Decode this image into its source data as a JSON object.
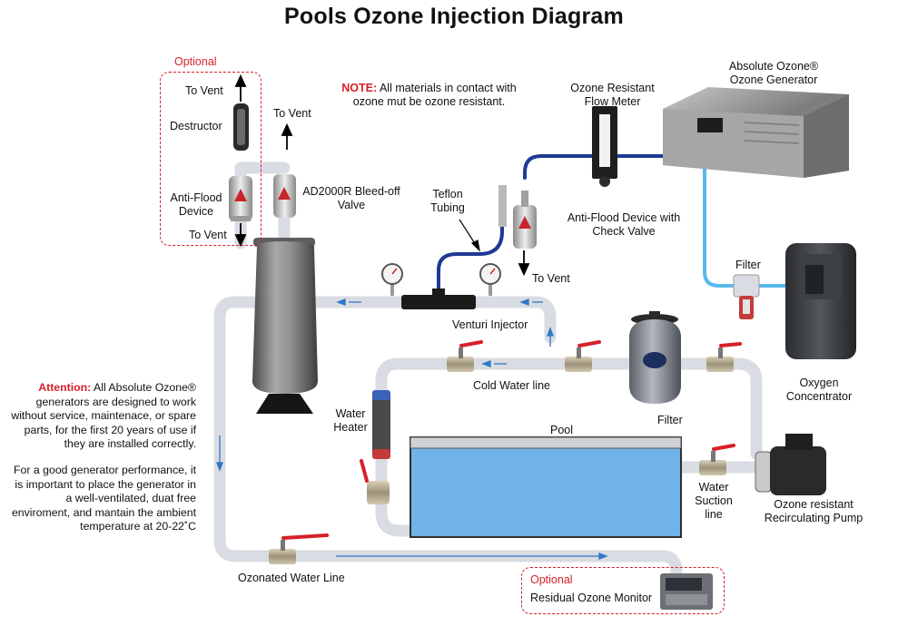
{
  "title": "Pools Ozone Injection Diagram",
  "note": {
    "lead": "NOTE:",
    "text": "All materials in contact with ozone mut be ozone resistant."
  },
  "optional_top": {
    "heading": "Optional",
    "to_vent_top": "To Vent",
    "destructor": "Destructor",
    "anti_flood": "Anti-Flood Device",
    "to_vent_bottom": "To Vent"
  },
  "to_vent_valve": "To Vent",
  "bleed_valve": "AD2000R Bleed-off Valve",
  "teflon_tubing": "Teflon Tubing",
  "flow_meter": "Ozone Resistant Flow Meter",
  "generator": "Absolute Ozone® Ozone Generator",
  "anti_flood_check": "Anti-Flood Device with Check Valve",
  "to_vent_check": "To Vent",
  "filter_small": "Filter",
  "venturi": "Venturi Injector",
  "cold_water": "Cold Water line",
  "oxygen_concentrator": "Oxygen Concentrator",
  "filter_sand": "Filter",
  "water_heater": "Water Heater",
  "pool": "Pool",
  "suction": "Water Suction line",
  "pump": "Ozone resistant Recirculating Pump",
  "ozonated_line": "Ozonated Water Line",
  "attention": {
    "lead": "Attention:",
    "p1": "All Absolute Ozone® generators are designed to work without service, maintenace, or spare parts, for the first 20 years of use if they are installed correctly.",
    "p2": "For a good generator performance, it is important to place the generator in a well-ventilated, duat free enviroment, and mantain the ambient temperature at 20-22˚C"
  },
  "optional_bottom": {
    "heading": "Optional",
    "label": "Residual Ozone Monitor"
  },
  "colors": {
    "accent_red": "#d6202a",
    "water_pipe": "#d9dde3",
    "flow_arrow": "#2f77c7",
    "teflon_tube": "#1f3a93",
    "oxygen_tube": "#58b8ea",
    "pool_water": "#6fb3e8"
  }
}
